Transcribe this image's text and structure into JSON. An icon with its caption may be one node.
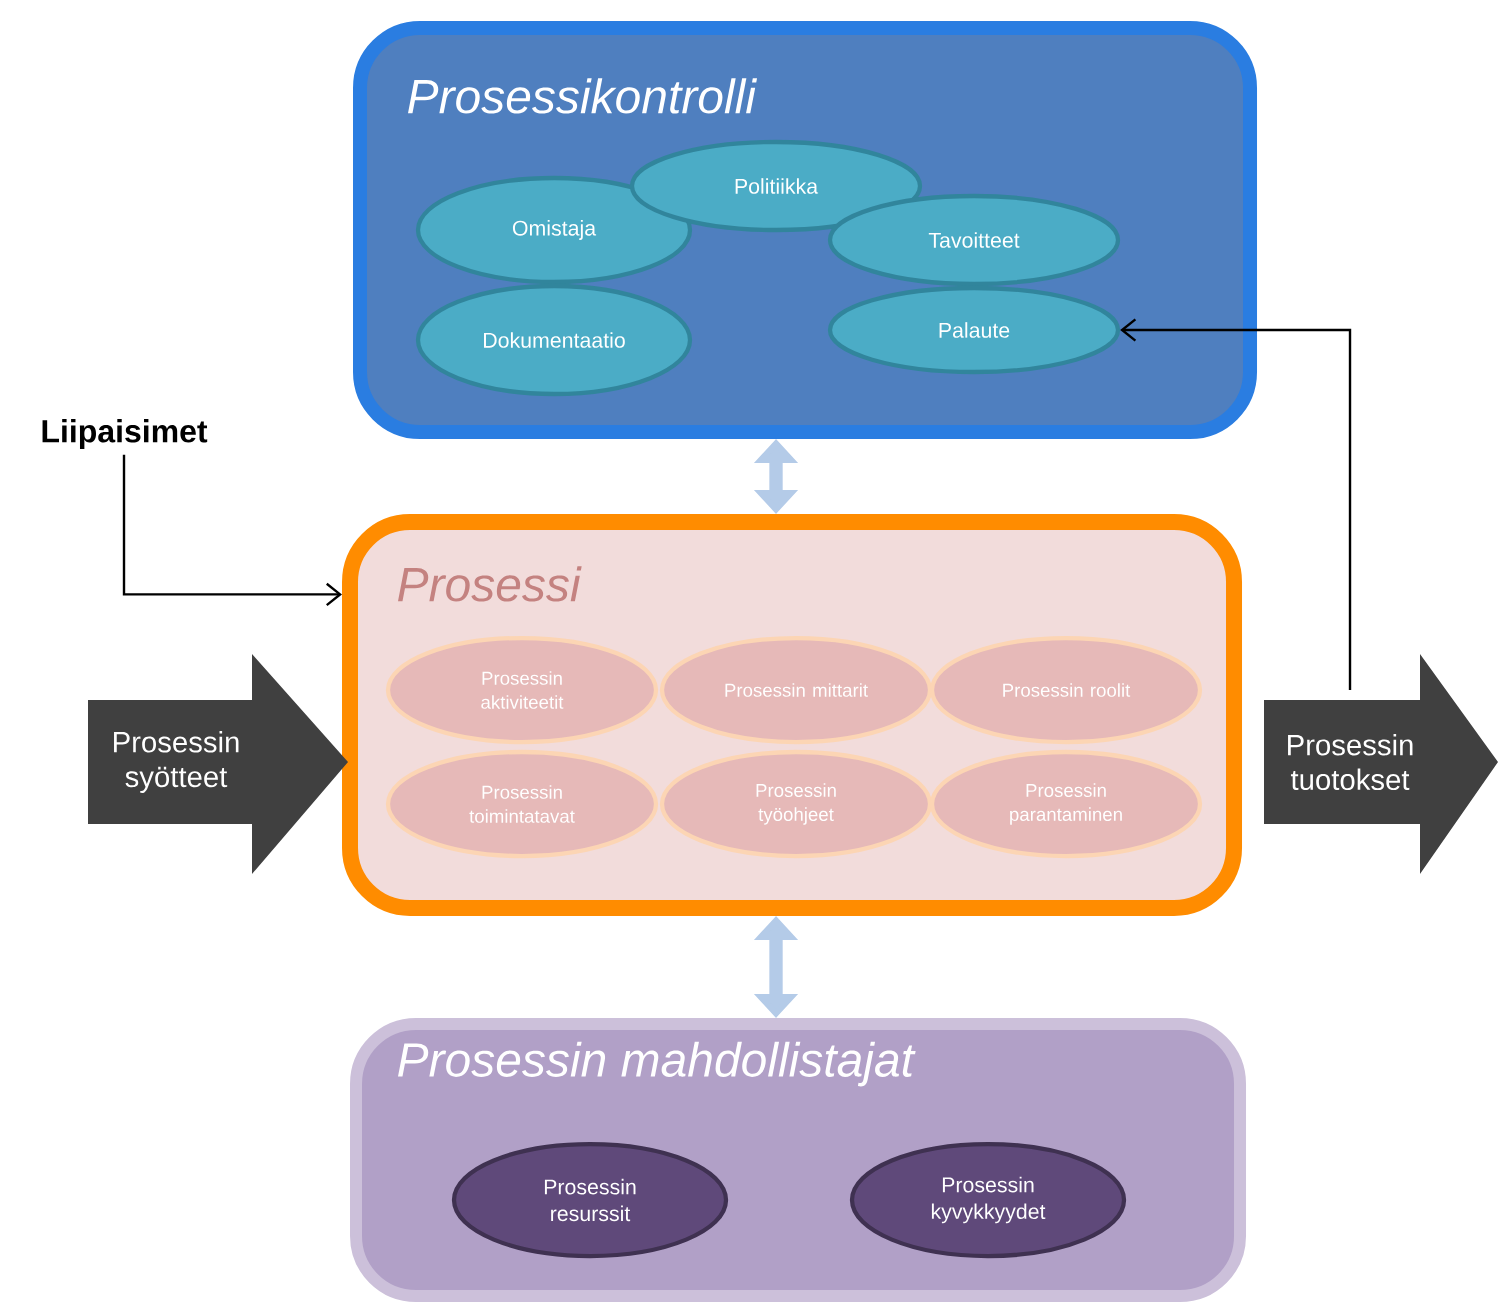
{
  "diagram": {
    "nodes": [
      {
        "text": [
          "Prosessikontrolli"
        ]
      },
      {
        "text": [
          "Omistaja"
        ],
        "in": 0
      },
      {
        "text": [
          "Politiikka"
        ],
        "in": 0
      },
      {
        "text": [
          "Tavoitteet"
        ],
        "in": 0
      },
      {
        "text": [
          "Dokumentaatio"
        ],
        "in": 0
      },
      {
        "text": [
          "Palaute"
        ],
        "in": 0
      },
      {
        "text": [
          "Liipaisimet"
        ]
      },
      {
        "text": [
          "Prosessi"
        ]
      },
      {
        "text": [
          "Prosessin aktiviteetit"
        ],
        "in": 7
      },
      {
        "text": [
          "Prosessin mittarit"
        ],
        "in": 7
      },
      {
        "text": [
          "Prosessin roolit"
        ],
        "in": 7
      },
      {
        "text": [
          "Prosessin toimintatavat"
        ],
        "in": 7
      },
      {
        "text": [
          "Prosessin työohjeet"
        ],
        "in": 7
      },
      {
        "text": [
          "Prosessin parantaminen"
        ],
        "in": 7
      },
      {
        "text": [
          "Prosessin syötteet"
        ]
      },
      {
        "text": [
          "Prosessin tuotokset"
        ]
      },
      {
        "text": [
          "Prosessin mahdollistajat"
        ]
      },
      {
        "text": [
          "Prosessin resurssit"
        ],
        "in": 16
      },
      {
        "text": [
          "Prosessin kyvykkyydet"
        ],
        "in": 16
      }
    ],
    "edges": [
      {
        "from": 6,
        "to": 7,
        "arrow": "to"
      },
      {
        "from": 15,
        "to": 5,
        "arrow": "to"
      },
      {
        "from": 0,
        "to": 7,
        "arrow": "both",
        "style": "thick",
        "color": "#b4cbe8"
      },
      {
        "from": 7,
        "to": 16,
        "arrow": "both",
        "style": "thick",
        "color": "#b4cbe8"
      }
    ]
  }
}
